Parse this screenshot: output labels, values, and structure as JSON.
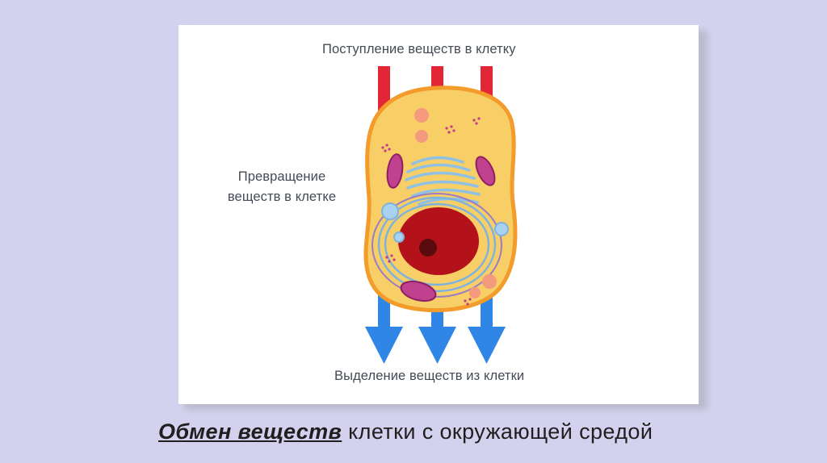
{
  "diagram": {
    "label_intake": "Поступление веществ в клетку",
    "label_transform_line1": "Превращение",
    "label_transform_line2": "веществ в клетке",
    "label_excretion": "Выделение веществ из клетки"
  },
  "caption": {
    "emphasis": "Обмен веществ",
    "rest": " клетки с окружающей средой"
  },
  "colors": {
    "intake_arrow": "#e32636",
    "excretion_arrow": "#2f86e6",
    "cytoplasm": "#f7cf66",
    "membrane": "#f39b2b",
    "nucleus": "#b3121b",
    "mitochondria": "#c0428f",
    "er": "#8fc1e4"
  }
}
